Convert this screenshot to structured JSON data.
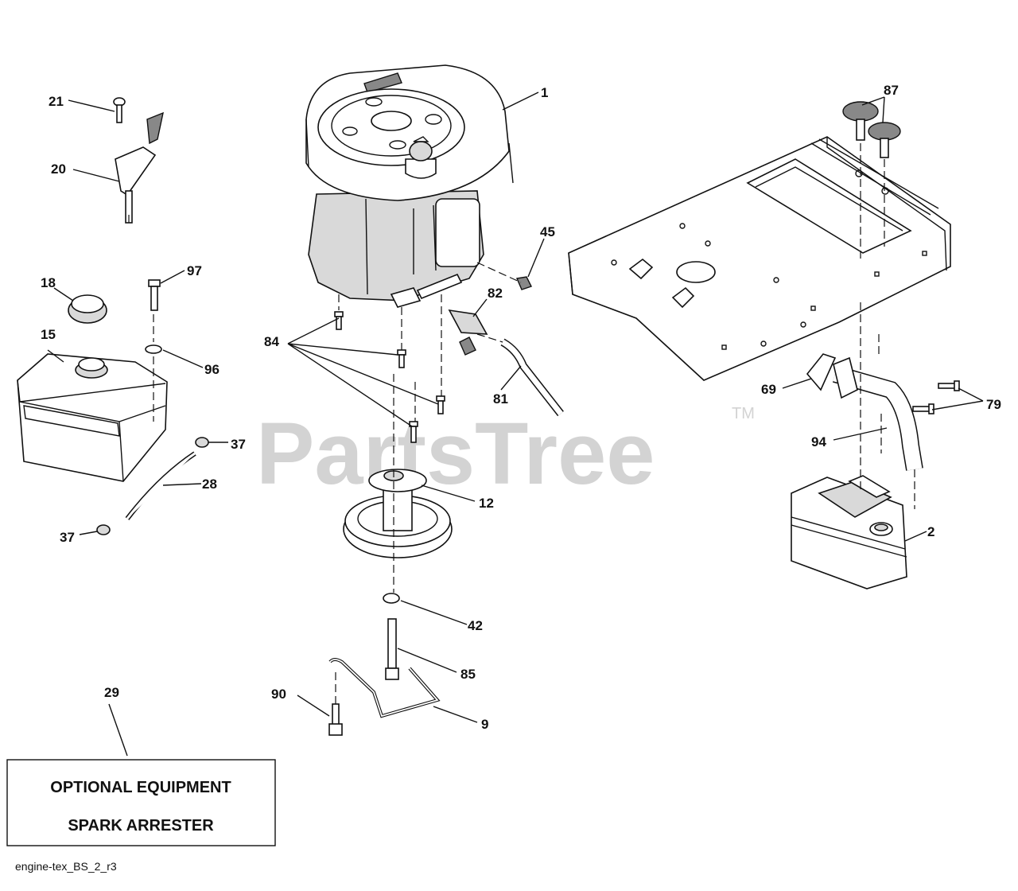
{
  "watermark": {
    "text": "PartsTree",
    "tm": "TM"
  },
  "parts": [
    {
      "id": "p1",
      "label": "1"
    },
    {
      "id": "p2",
      "label": "2"
    },
    {
      "id": "p9",
      "label": "9"
    },
    {
      "id": "p12",
      "label": "12"
    },
    {
      "id": "p15",
      "label": "15"
    },
    {
      "id": "p18",
      "label": "18"
    },
    {
      "id": "p20",
      "label": "20"
    },
    {
      "id": "p21",
      "label": "21"
    },
    {
      "id": "p28",
      "label": "28"
    },
    {
      "id": "p29",
      "label": "29"
    },
    {
      "id": "p37a",
      "label": "37"
    },
    {
      "id": "p37b",
      "label": "37"
    },
    {
      "id": "p42",
      "label": "42"
    },
    {
      "id": "p45",
      "label": "45"
    },
    {
      "id": "p69",
      "label": "69"
    },
    {
      "id": "p79",
      "label": "79"
    },
    {
      "id": "p81",
      "label": "81"
    },
    {
      "id": "p82",
      "label": "82"
    },
    {
      "id": "p84",
      "label": "84"
    },
    {
      "id": "p85",
      "label": "85"
    },
    {
      "id": "p87",
      "label": "87"
    },
    {
      "id": "p90",
      "label": "90"
    },
    {
      "id": "p94",
      "label": "94"
    },
    {
      "id": "p96",
      "label": "96"
    },
    {
      "id": "p97",
      "label": "97"
    }
  ],
  "optional_box": {
    "line1": "OPTIONAL EQUIPMENT",
    "line2": "SPARK ARRESTER"
  },
  "diagram_code": "engine-tex_BS_2_r3"
}
